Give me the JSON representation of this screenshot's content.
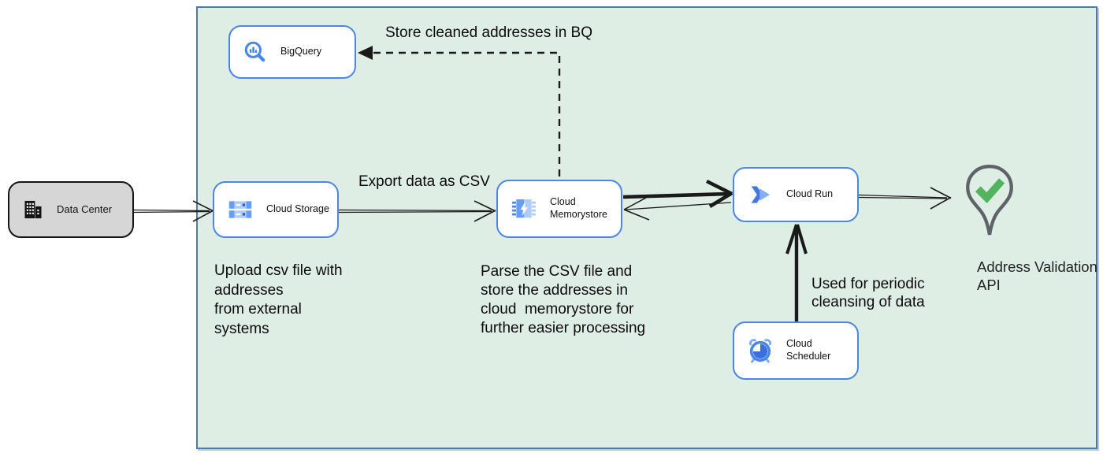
{
  "diagram": {
    "nodes": {
      "data_center": {
        "label": "Data Center"
      },
      "bigquery": {
        "label": "BigQuery"
      },
      "cloud_storage": {
        "label": "Cloud Storage"
      },
      "cloud_memorystore": {
        "label": "Cloud\nMemorystore"
      },
      "cloud_run": {
        "label": "Cloud Run"
      },
      "cloud_scheduler": {
        "label": "Cloud Scheduler"
      },
      "address_validation_api": {
        "label": "Address Validation\nAPI"
      }
    },
    "annotations": {
      "store_cleaned_bq": "Store cleaned addresses in BQ",
      "export_csv": "Export data as CSV",
      "upload_note": "Upload csv file with\naddresses\nfrom external\nsystems",
      "parse_note": "Parse the CSV file and\nstore the addresses in\ncloud  memorystore for\nfurther easier processing",
      "periodic_note": "Used for periodic\ncleansing of data"
    },
    "colors": {
      "group_fill": "#dfeee4",
      "group_border": "#4d7ab0",
      "node_border": "#4a86e8",
      "google_blue": "#4a86e8",
      "light_blue": "#aecbfa",
      "mid_blue": "#669df6",
      "check_green": "#52b45f",
      "pin_gray": "#5f6368",
      "arrow_black": "#1a1a1a",
      "datacenter_fill": "#d6d6d6"
    }
  }
}
